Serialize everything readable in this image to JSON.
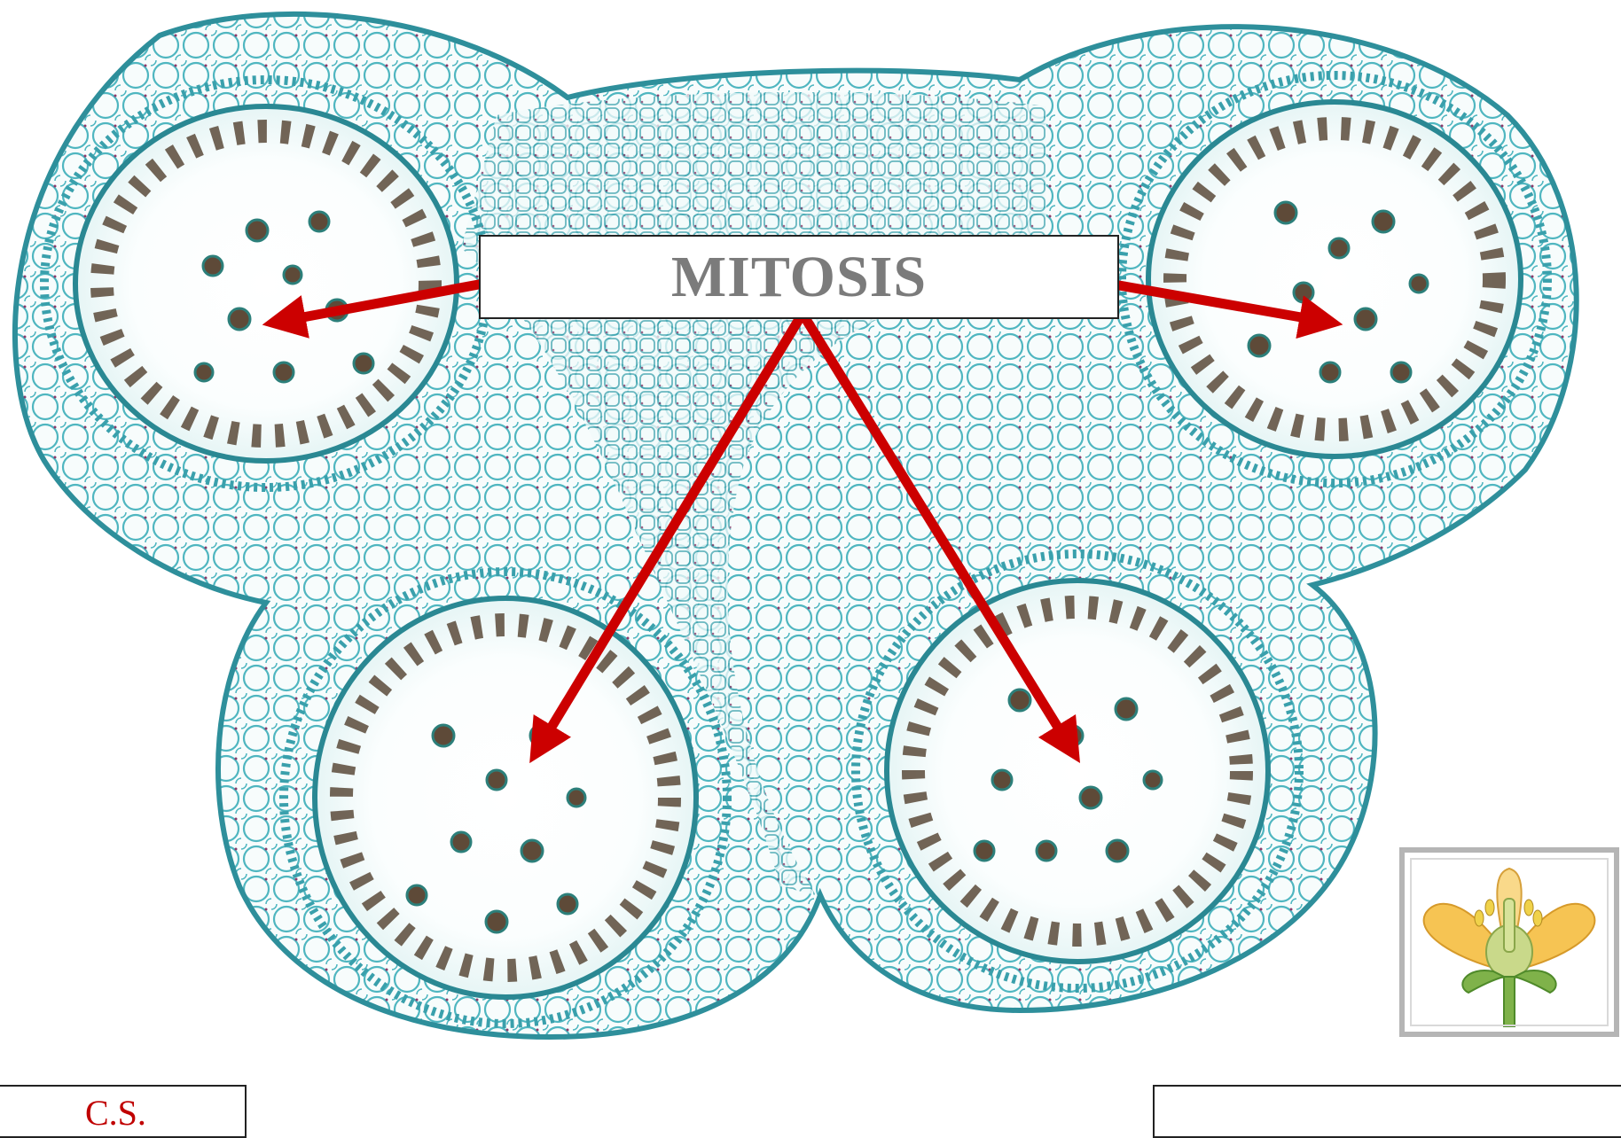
{
  "label": {
    "text": "MITOSIS"
  },
  "caption_left": {
    "text": "C.S."
  },
  "colors": {
    "arrow": "#cc0000",
    "tissue": "#3fa7b3",
    "cell_dark": "#5a4a3a",
    "label_text": "#7b7b7b",
    "caption_text": "#c00000"
  },
  "icons": [
    "anther-cross-section-image",
    "flower-icon"
  ]
}
